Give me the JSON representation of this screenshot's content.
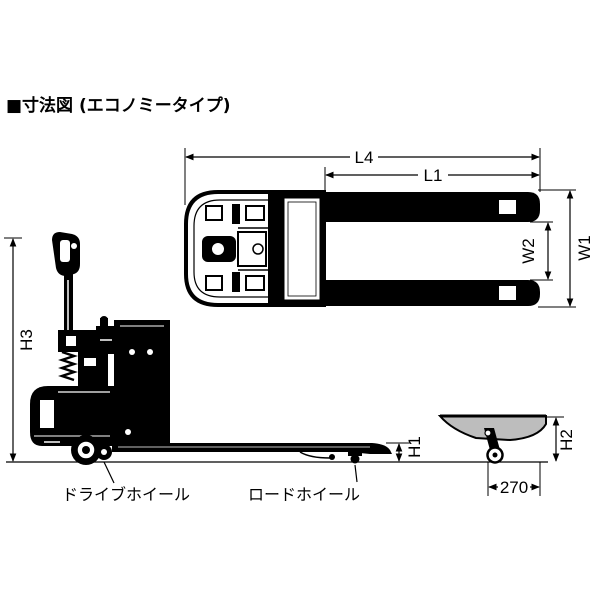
{
  "title": "■寸法図 (エコノミータイプ)",
  "labels": {
    "L4": "L4",
    "L1": "L1",
    "W1": "W1",
    "W2": "W2",
    "H3": "H3",
    "H1": "H1",
    "H2": "H2",
    "d270": "270"
  },
  "callouts": {
    "drive_wheel": "ドライブホイール",
    "load_wheel": "ロードホイール"
  }
}
